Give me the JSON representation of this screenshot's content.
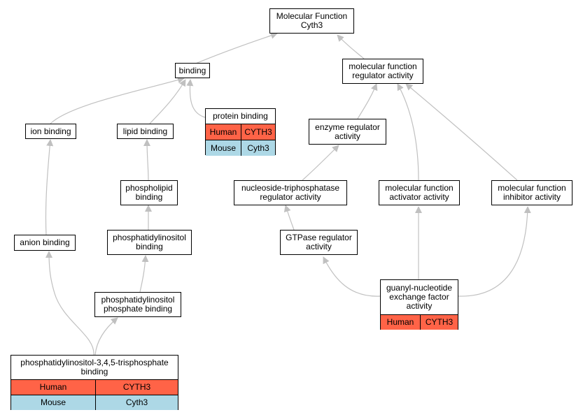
{
  "colors": {
    "human": "#ff6347",
    "mouse": "#add8e6",
    "edge": "#c0c0c0",
    "border": "#000000",
    "background": "#ffffff"
  },
  "nodes": {
    "mf_cyth3": "Molecular Function\nCyth3",
    "binding": "binding",
    "mf_regulator": "molecular function\nregulator activity",
    "ion_binding": "ion binding",
    "lipid_binding": "lipid binding",
    "protein_binding": {
      "title": "protein binding",
      "rows": [
        {
          "species": "Human",
          "gene": "CYTH3"
        },
        {
          "species": "Mouse",
          "gene": "Cyth3"
        }
      ]
    },
    "enzyme_regulator": "enzyme regulator\nactivity",
    "phospholipid_binding": "phospholipid\nbinding",
    "ntpase_regulator": "nucleoside-triphosphatase\nregulator activity",
    "mf_activator": "molecular function\nactivator activity",
    "mf_inhibitor": "molecular function\ninhibitor activity",
    "anion_binding": "anion binding",
    "ptdins_binding": "phosphatidylinositol\nbinding",
    "gtpase_regulator": "GTPase regulator\nactivity",
    "ptdins_phosphate_binding": "phosphatidylinositol\nphosphate binding",
    "gef_activity": {
      "title": "guanyl-nucleotide\nexchange factor\nactivity",
      "rows": [
        {
          "species": "Human",
          "gene": "CYTH3"
        }
      ]
    },
    "pip3_binding": {
      "title": "phosphatidylinositol-3,4,5-trisphosphate\nbinding",
      "rows": [
        {
          "species": "Human",
          "gene": "CYTH3"
        },
        {
          "species": "Mouse",
          "gene": "Cyth3"
        }
      ]
    }
  }
}
